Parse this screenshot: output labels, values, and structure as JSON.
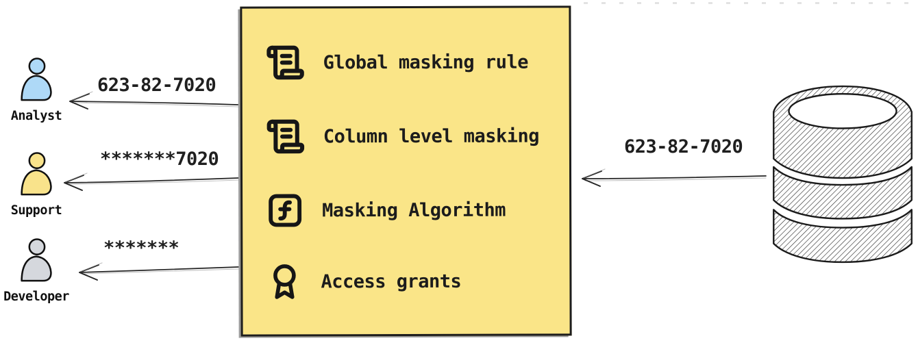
{
  "diagram": {
    "masked_flows": [
      {
        "recipient": "Analyst",
        "displayed_value": "623-82-7020",
        "person_color": "#aed9f7"
      },
      {
        "recipient": "Support",
        "displayed_value": "*******7020",
        "person_color": "#f9e38b"
      },
      {
        "recipient": "Developer",
        "displayed_value": "*******",
        "person_color": "#d5d8dd"
      }
    ],
    "masking_box": {
      "background": "#fae588",
      "items": [
        {
          "icon": "scroll-text-icon",
          "label": "Global masking rule"
        },
        {
          "icon": "scroll-text-icon",
          "label": "Column level masking"
        },
        {
          "icon": "function-square-icon",
          "label": "Masking Algorithm"
        },
        {
          "icon": "award-icon",
          "label": "Access grants"
        }
      ]
    },
    "database": {
      "icon": "database-icon",
      "outgoing_value": "623-82-7020"
    }
  },
  "colors": {
    "ink": "#1d1d1d",
    "box_fill": "#fae588",
    "analyst_fill": "#aed9f7",
    "support_fill": "#f9e38b",
    "developer_fill": "#d5d8dd",
    "shadow_gray": "#9c9c9c"
  }
}
